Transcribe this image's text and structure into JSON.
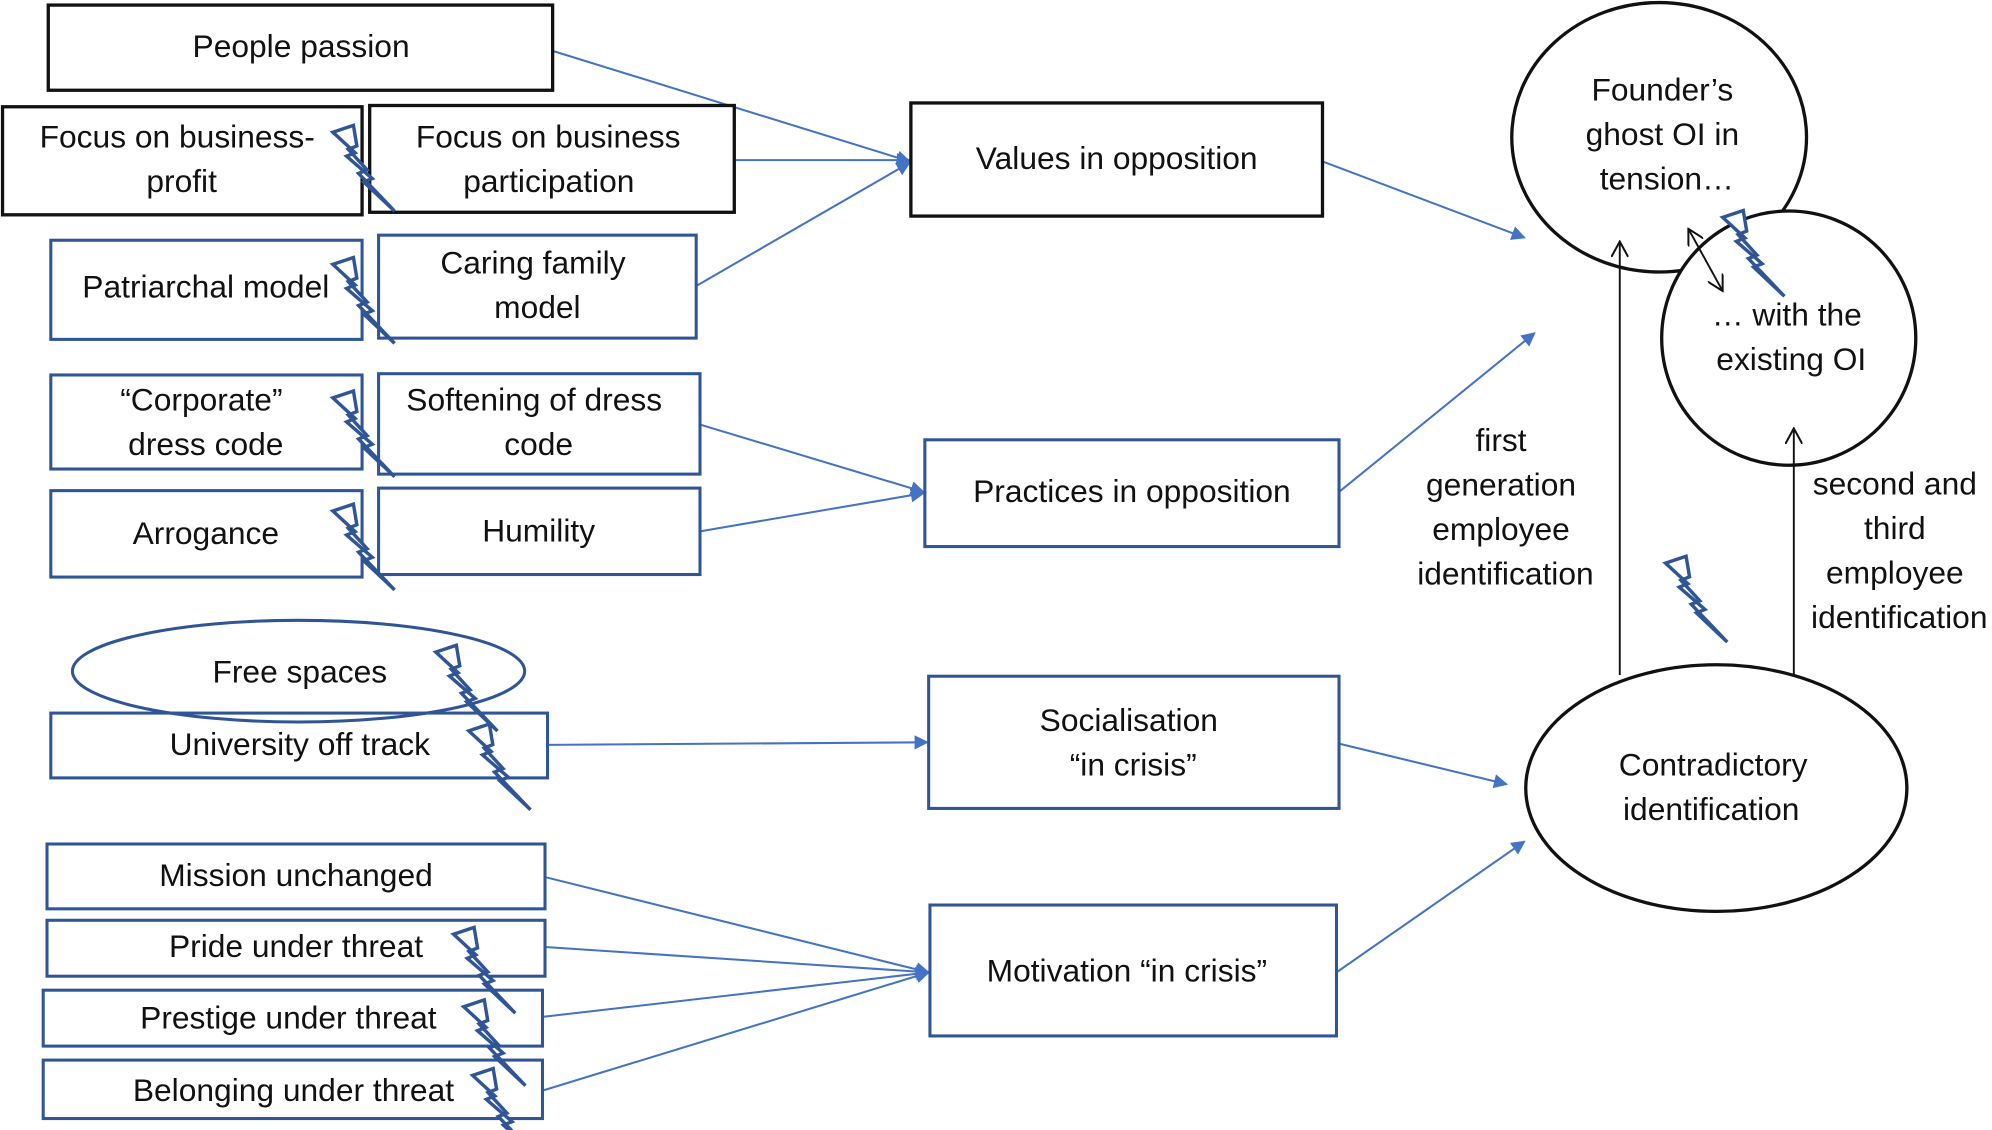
{
  "diagram": {
    "colors": {
      "blue_border": "#2f5597",
      "blue_arrow": "#4472c4",
      "black": "#111111"
    },
    "left_boxes": {
      "people_passion": "People passion",
      "focus_profit": [
        "Focus on business-",
        "profit"
      ],
      "focus_participation": [
        "Focus on business",
        "participation"
      ],
      "patriarchal": "Patriarchal model",
      "caring_family": [
        "Caring family",
        "model"
      ],
      "corporate_dress": [
        "“Corporate”",
        "dress code"
      ],
      "softening_dress": [
        "Softening of dress",
        "code"
      ],
      "arrogance": "Arrogance",
      "humility": "Humility",
      "free_spaces": "Free spaces",
      "university_off_track": "University off track",
      "mission_unchanged": "Mission unchanged",
      "pride_threat": "Pride under threat",
      "prestige_threat": "Prestige under threat",
      "belonging_threat": "Belonging under threat"
    },
    "middle_boxes": {
      "values": "Values in opposition",
      "practices": "Practices in opposition",
      "socialisation": [
        "Socialisation",
        "“in crisis”"
      ],
      "motivation": "Motivation “in crisis”"
    },
    "right_nodes": {
      "founders_ghost": [
        "Founder’s",
        "ghost OI in",
        "tension…"
      ],
      "existing_oi": [
        "… with the",
        "existing OI"
      ],
      "contradictory": [
        "Contradictory",
        "identification"
      ]
    },
    "edge_labels": {
      "first_generation": [
        "first",
        "generation",
        "employee",
        "identification"
      ],
      "second_third": [
        "second and",
        "third",
        "employee",
        "identification"
      ]
    },
    "icons": {
      "tension": "lightning-bolt-icon"
    }
  }
}
